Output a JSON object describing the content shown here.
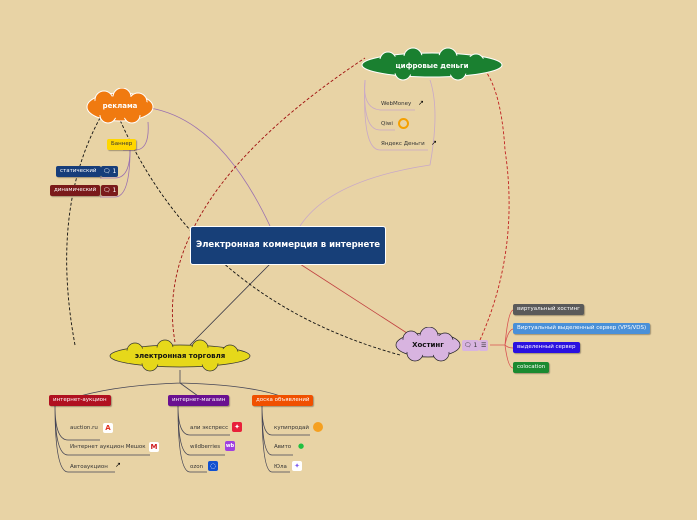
{
  "central": "Электронная коммерция в интернете",
  "reklama": {
    "title": "реклама",
    "banner": "Баннер",
    "static": "статический",
    "dynamic": "динамический",
    "comment_count": "1"
  },
  "digital_money": {
    "title": "цифровые деньги",
    "items": [
      "WebMoney",
      "Qiwi",
      "Яндекс Деньги"
    ]
  },
  "ecommerce": {
    "title": "электронная торговля",
    "groups": [
      {
        "label": "интернет-аукцион",
        "items": [
          "auction.ru",
          "Интернет аукцион Мешок",
          "Автоаукцион"
        ]
      },
      {
        "label": "интернет-магазин",
        "items": [
          "али экспресс",
          "wildberries",
          "ozon"
        ]
      },
      {
        "label": "доска объявлений",
        "items": [
          "купипродай",
          "Авито",
          "Юла"
        ]
      }
    ]
  },
  "hosting": {
    "title": "Хостинг",
    "comment_count": "1",
    "items": [
      "виртуальный хостинг",
      "Виртуальный выделенный сервер (VPS/VDS)",
      "выделенный сервер",
      "colocation"
    ]
  },
  "colors": {
    "central": "#173f78",
    "reklama": "#f07a10",
    "digital": "#1a8030",
    "ecommerce": "#e6d81a",
    "hosting": "#d8b4e0"
  }
}
